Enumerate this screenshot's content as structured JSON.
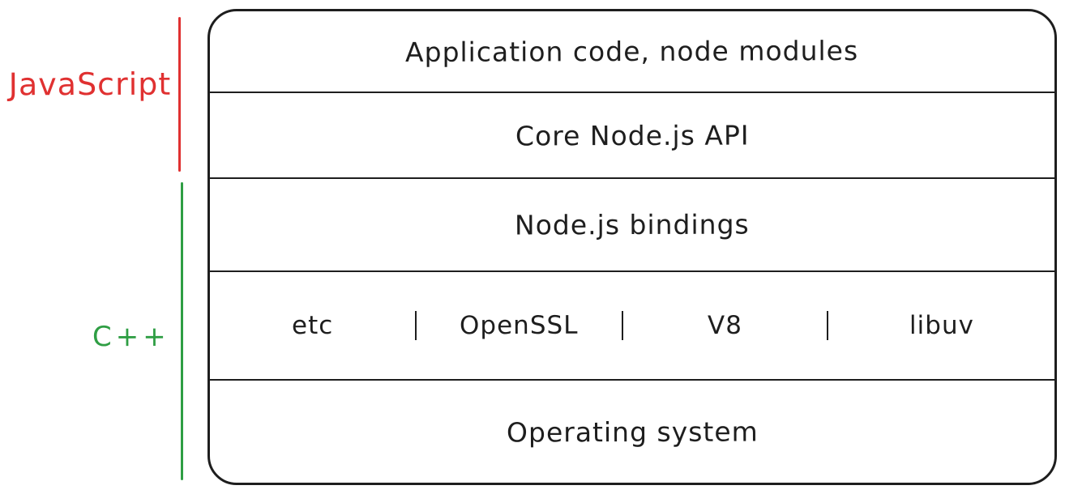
{
  "colors": {
    "stroke": "#1e1e1e",
    "javascript_red": "#e03131",
    "cpp_green": "#2f9e44",
    "background": "#ffffff"
  },
  "brackets": {
    "javascript_label": "JavaScript",
    "cpp_label": "C++"
  },
  "stack": {
    "layers": [
      "Application code, node modules",
      "Core Node.js API",
      "Node.js bindings"
    ],
    "components": [
      "etc",
      "OpenSSL",
      "V8",
      "libuv"
    ],
    "os_layer": "Operating system"
  }
}
